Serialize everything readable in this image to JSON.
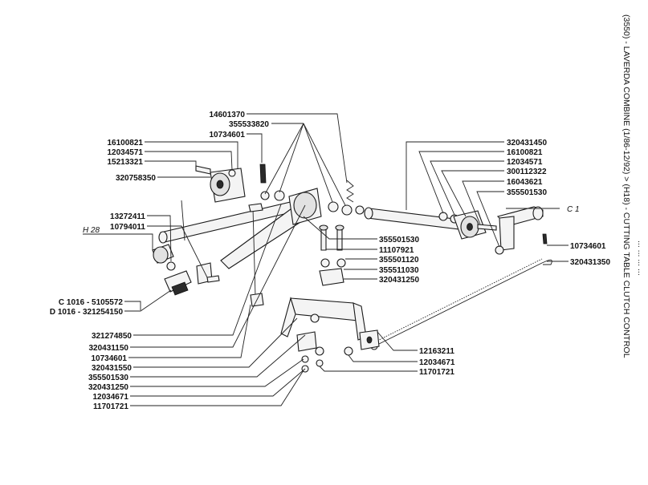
{
  "side_title": "(3550) - LAVERDA COMBINE (1/86-12/92) > (H18) - CUTTING TABLE CLUTCH CONTROL",
  "side_title_faint": "... ... ... ...",
  "group_refs": {
    "h28": "H 28",
    "c1": "C 1"
  },
  "labels_top": [
    "14601370",
    "355533820",
    "10734601"
  ],
  "labels_left_upper": [
    "16100821",
    "12034571",
    "15213321",
    "320758350"
  ],
  "labels_left_mid": [
    "13272411",
    "10794011"
  ],
  "labels_cd": [
    "C 1016 - 5105572",
    "D 1016 - 321254150"
  ],
  "labels_left_lower": [
    "321274850",
    "320431150",
    "10734601",
    "320431550",
    "355501530",
    "320431250",
    "12034671",
    "11701721"
  ],
  "labels_right_upper": [
    "320431450",
    "16100821",
    "12034571",
    "300112322",
    "16043621",
    "355501530"
  ],
  "labels_right_mid": [
    "10734601",
    "320431350"
  ],
  "labels_center": [
    "355501530",
    "11107921",
    "355501120",
    "355511030",
    "320431250"
  ],
  "labels_right_lower": [
    "12163211",
    "12034671",
    "11701721"
  ]
}
